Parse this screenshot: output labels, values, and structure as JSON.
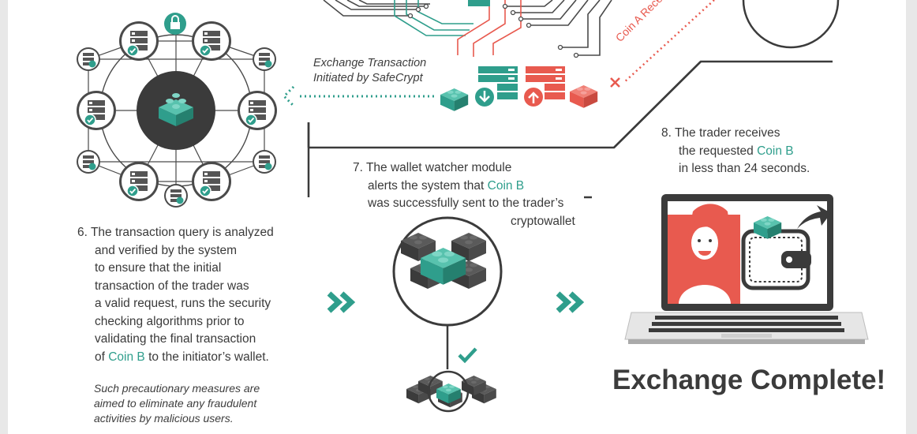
{
  "exchange": {
    "caption_line1": "Exchange Transaction",
    "caption_line2": "Initiated by SafeCrypt",
    "coin_a_received": "Coin A Received"
  },
  "step6": {
    "line1": "6. The transaction query is analyzed",
    "line2": "and verified by the system",
    "line3": "to ensure that the initial",
    "line4": "transaction of the trader was",
    "line5": "a valid request, runs the security",
    "line6": "checking algorithms prior to",
    "line7": "validating the final transaction",
    "line8_pre": "of ",
    "line8_coin": "Coin B",
    "line8_post": " to the initiator’s wallet.",
    "note_line1": "Such precautionary measures are",
    "note_line2": "aimed to eliminate any fraudulent",
    "note_line3": "activities by malicious users."
  },
  "step7": {
    "line1": "7. The wallet watcher module",
    "line2_pre": "alerts the system that ",
    "line2_coin": "Coin B",
    "line3": "was successfully sent to the trader’s",
    "line4": "cryptowallet"
  },
  "step8": {
    "line1": "8. The trader receives",
    "line2_pre": "the requested ",
    "line2_coin": "Coin B",
    "line3": "in less than 24 seconds."
  },
  "footer": {
    "title": "Exchange Complete!"
  },
  "colors": {
    "teal": "#2f9e8c",
    "coral": "#e85a4f",
    "dark": "#3a3a3a"
  },
  "icons": [
    "lock-icon",
    "server-icon",
    "check-icon",
    "blockchain-cube-icon",
    "download-icon",
    "upload-icon",
    "chevron-double-right-icon",
    "wallet-icon",
    "laptop-icon",
    "trader-avatar-icon",
    "arrow-icon"
  ]
}
